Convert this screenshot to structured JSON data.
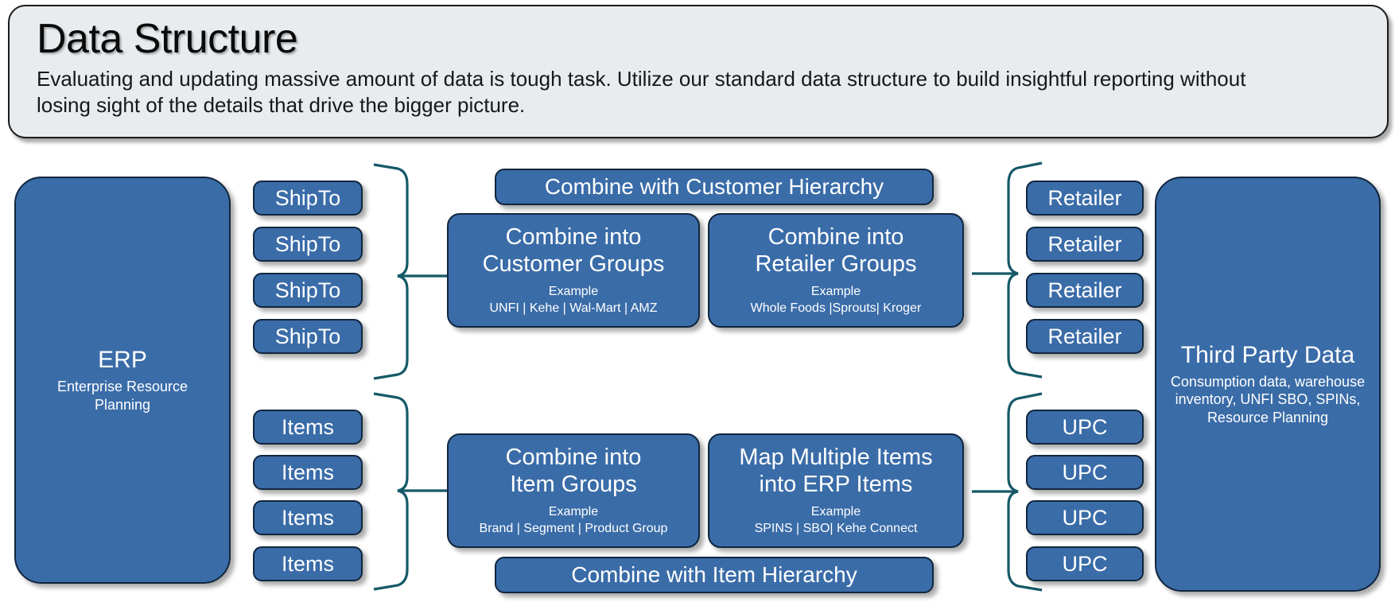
{
  "header": {
    "title": "Data Structure",
    "subtitle": "Evaluating and updating massive amount of data is tough task. Utilize our standard data structure to build insightful reporting without losing sight of the details that drive the bigger picture."
  },
  "colors": {
    "shape_fill": "#3A6CA8",
    "shape_border": "#10263d",
    "connector": "#155968",
    "header_bg": "#e8ecef"
  },
  "left_pillar": {
    "title": "ERP",
    "subtitle": "Enterprise Resource Planning"
  },
  "right_pillar": {
    "title": "Third Party Data",
    "subtitle": "Consumption data, warehouse inventory, UNFI SBO, SPINs,  Resource Planning"
  },
  "ship_to_chips": [
    {
      "label": "ShipTo"
    },
    {
      "label": "ShipTo"
    },
    {
      "label": "ShipTo"
    },
    {
      "label": "ShipTo"
    }
  ],
  "item_chips": [
    {
      "label": "Items"
    },
    {
      "label": "Items"
    },
    {
      "label": "Items"
    },
    {
      "label": "Items"
    }
  ],
  "retailer_chips": [
    {
      "label": "Retailer"
    },
    {
      "label": "Retailer"
    },
    {
      "label": "Retailer"
    },
    {
      "label": "Retailer"
    }
  ],
  "upc_chips": [
    {
      "label": "UPC"
    },
    {
      "label": "UPC"
    },
    {
      "label": "UPC"
    },
    {
      "label": "UPC"
    }
  ],
  "banners": {
    "customer_hierarchy": "Combine with Customer Hierarchy",
    "item_hierarchy": "Combine with Item Hierarchy"
  },
  "cards": {
    "customer_groups": {
      "title_line1": "Combine into",
      "title_line2": "Customer Groups",
      "example_label": "Example",
      "example_value": "UNFI | Kehe | Wal-Mart | AMZ"
    },
    "retailer_groups": {
      "title_line1": "Combine into",
      "title_line2": "Retailer Groups",
      "example_label": "Example",
      "example_value": "Whole Foods |Sprouts| Kroger"
    },
    "item_groups": {
      "title_line1": "Combine into",
      "title_line2": "Item Groups",
      "example_label": "Example",
      "example_value": "Brand | Segment | Product Group"
    },
    "erp_items": {
      "title_line1": "Map Multiple Items",
      "title_line2": "into ERP Items",
      "example_label": "Example",
      "example_value": "SPINS | SBO| Kehe Connect"
    }
  }
}
